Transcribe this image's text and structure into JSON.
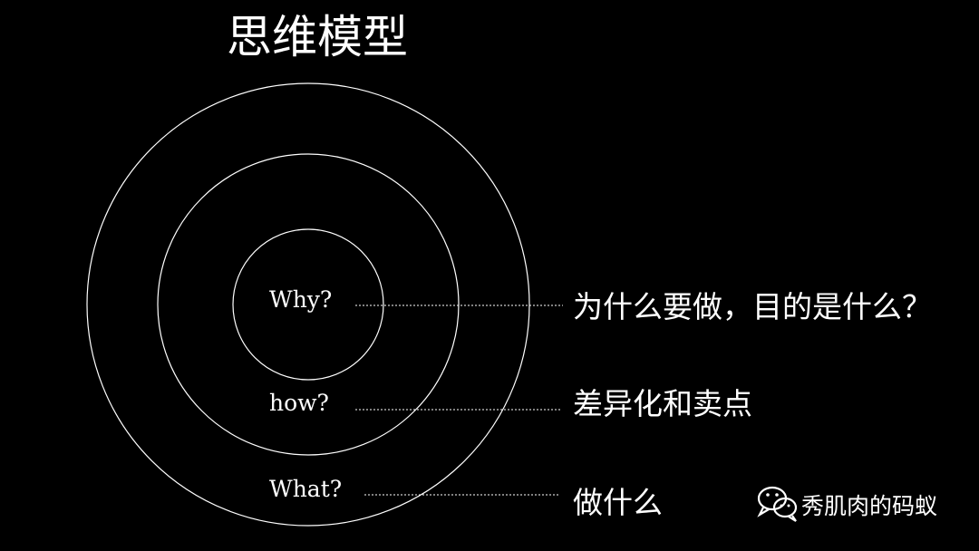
{
  "title": "思维模型",
  "rings": [
    {
      "label": "Why?",
      "description": "为什么要做，目的是什么？"
    },
    {
      "label": "how?",
      "description": "差异化和卖点"
    },
    {
      "label": "What?",
      "description": "做什么"
    }
  ],
  "watermark": {
    "icon": "wechat-icon",
    "text": "秀肌肉的码蚁"
  },
  "colors": {
    "background": "#000000",
    "foreground": "#ffffff"
  }
}
